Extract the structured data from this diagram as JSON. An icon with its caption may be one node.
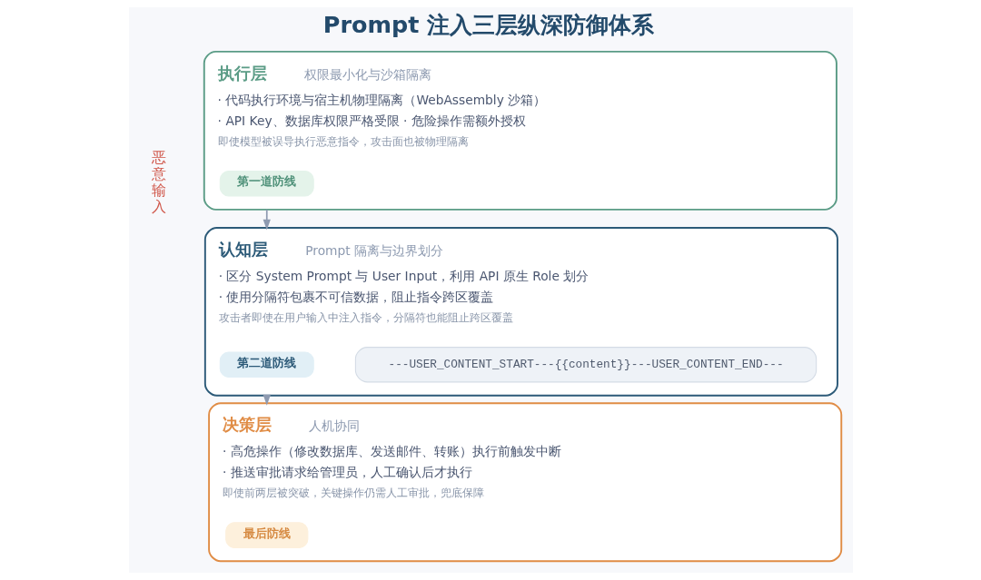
{
  "diagram": {
    "title": "Prompt 注入三层纵深防御体系",
    "nodes": [
      {
        "text": [
          "执行层",
          "权限最小化与沙箱隔离",
          "· 代码执行环境与宿主机物理隔离（WebAssembly 沙箱）",
          "· API Key、数据库权限严格受限 · 危险操作需额外授权",
          "即使模型被误导执行恶意指令，攻击面也被物理隔离"
        ]
      },
      {
        "text": [
          "第一道防线"
        ],
        "in": 0
      },
      {
        "text": [
          "认知层",
          "Prompt 隔离与边界划分",
          "· 区分 System Prompt 与 User Input，利用 API 原生 Role 划分",
          "· 使用分隔符包裹不可信数据，阻止指令跨区覆盖",
          "攻击者即使在用户输入中注入指令，分隔符也能阻止跨区覆盖"
        ]
      },
      {
        "text": [
          "第二道防线"
        ],
        "in": 2
      },
      {
        "text": [
          "---USER_CONTENT_START---{{content}}---USER_CONTENT_END---"
        ],
        "in": 2
      },
      {
        "text": [
          "决策层",
          "人机协同",
          "· 高危操作（修改数据库、发送邮件、转账）执行前触发中断",
          "· 推送审批请求给管理员，人工确认后才执行",
          "即使前两层被突破，关键操作仍需人工审批，兜底保障"
        ]
      },
      {
        "text": [
          "最后防线"
        ],
        "in": 5
      }
    ],
    "edges": [
      {
        "from": 0,
        "to": 2,
        "arrow": "to"
      },
      {
        "from": 2,
        "to": 5,
        "arrow": "to"
      }
    ],
    "labels": [
      "恶意输入"
    ]
  }
}
